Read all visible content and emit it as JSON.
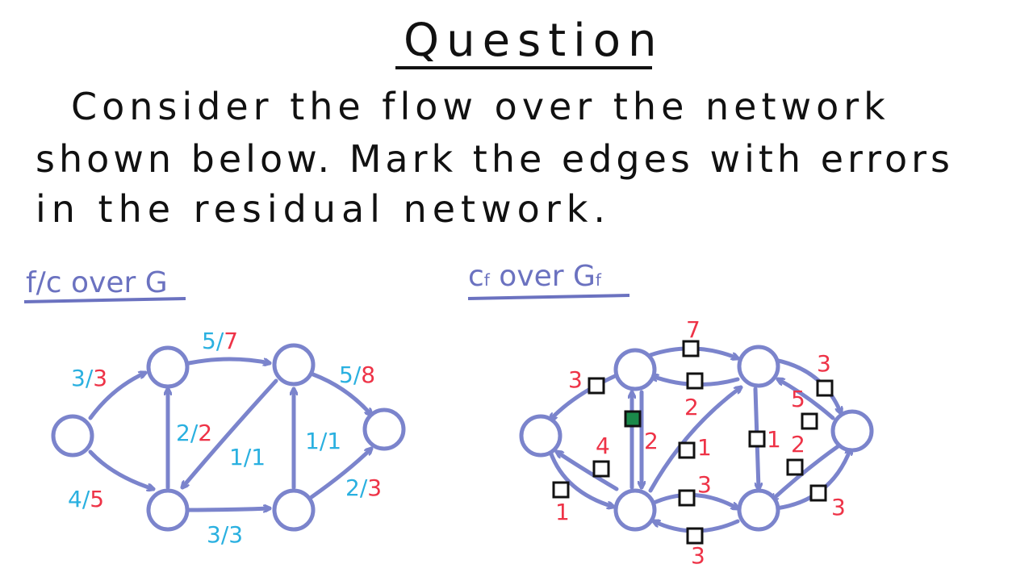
{
  "title": "Question",
  "question_lines": [
    "Consider the flow over the network",
    "shown below. Mark the edges with errors",
    "in the residual network."
  ],
  "left_label": "f/c over G",
  "right_label_main": "c",
  "right_label_sub": "f",
  "right_label_mid": " over G",
  "right_label_sub2": "f",
  "colors": {
    "edge": "#7b84cc",
    "flow": "#2ab0e0",
    "capacity": "#ee3347",
    "marked": "#1a8a4a"
  },
  "left_edges": [
    {
      "id": "s-a",
      "flow": "3",
      "cap": "3"
    },
    {
      "id": "s-b",
      "flow": "4",
      "cap": "5"
    },
    {
      "id": "a-c",
      "flow": "5",
      "cap": "7"
    },
    {
      "id": "b-a",
      "flow": "2",
      "cap": "2"
    },
    {
      "id": "c-b",
      "flow": "1",
      "cap": "1"
    },
    {
      "id": "b-d",
      "flow": "3",
      "cap": "3"
    },
    {
      "id": "d-c",
      "flow": "1",
      "cap": "1"
    },
    {
      "id": "c-t",
      "flow": "5",
      "cap": "8"
    },
    {
      "id": "d-t",
      "flow": "2",
      "cap": "3"
    }
  ],
  "right_labels": [
    "7",
    "2",
    "3",
    "2",
    "4",
    "1",
    "1",
    "3",
    "1",
    "3",
    "5",
    "2",
    "3",
    "3"
  ],
  "right_marked_box": "b-a residual (green)"
}
